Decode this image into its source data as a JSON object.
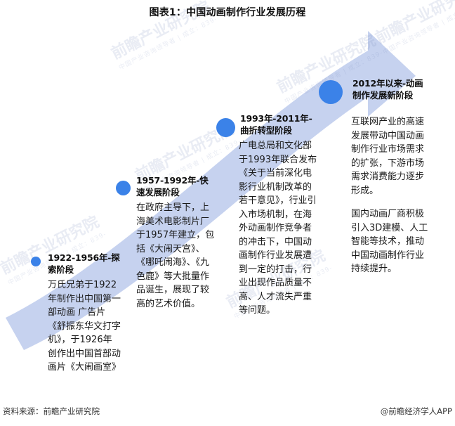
{
  "chart": {
    "title": "图表1：中国动画制作行业发展历程",
    "type": "timeline"
  },
  "chart_data": {
    "type": "table",
    "title": "图表1：中国动画制作行业发展历程",
    "xlabel": "",
    "ylabel": "",
    "categories": [
      "1922-1956年-探索阶段",
      "1957-1992年-快速发展阶段",
      "1993年-2011年-曲折转型阶段",
      "2012年以来-动画制作发展新阶段"
    ],
    "stages": [
      {
        "period": "1922-1956年",
        "name": "探索阶段",
        "heading": "1922-1956年-探索阶段",
        "paragraphs": [
          "万氏兄弟于1922年制作出中国第一部动画 广告片《舒振东华文打字机》，于1926年创作出中国首部动画片《大闹画室》"
        ],
        "dot_size_px": 14,
        "marker_color": "#3b82e8"
      },
      {
        "period": "1957-1992年",
        "name": "快速发展阶段",
        "heading": "1957-1992年-快速发展阶段",
        "paragraphs": [
          "在政府主导下，上海美术电影制片厂于1957年建立，包括《大闹天宫》、《哪吒闹海》、《九色鹿》等大批量作品诞生，展现了较高的艺术价值。"
        ],
        "dot_size_px": 21,
        "marker_color": "#3b82e8"
      },
      {
        "period": "1993年-2011年",
        "name": "曲折转型阶段",
        "heading": "1993年-2011年-曲折转型阶段",
        "paragraphs": [
          "广电总局和文化部于1993年联合发布《关于当前深化电影行业机制改革的若干意见》，行业引入市场机制，在海外动画制作竞争者的冲击下，中国动画制作行业发展遭到一定的打击，行业出现作品质量不高、人才流失严重等问题。"
        ],
        "dot_size_px": 27,
        "marker_color": "#3b82e8"
      },
      {
        "period": "2012年以来",
        "name": "动画制作发展新阶段",
        "heading": "2012年以来-动画制作发展新阶段",
        "paragraphs": [
          "互联网产业的高速发展带动中国动画制作行业市场需求的扩张，下游市场需求消费能力逐步形成。",
          "国内动画厂商积极引入3D建模、人工智能等技术，推动中国动画制作行业持续提升。"
        ],
        "dot_size_px": 34,
        "marker_color": "#3b82e8"
      }
    ],
    "legend": [],
    "annotations": [],
    "colors": {
      "ribbon": "#c6d2ef",
      "marker": "#3b82e8",
      "title_text": "#111111",
      "body_text": "#1a1a1a",
      "background": "#ffffff"
    }
  },
  "footer": {
    "source": "资料来源：前瞻产业研究院",
    "attribution": "@前瞻经济学人APP"
  },
  "watermarks": {
    "brand": "前瞻产业研究院",
    "tagline": "中国产业咨询领导者 | 成立：839-"
  }
}
